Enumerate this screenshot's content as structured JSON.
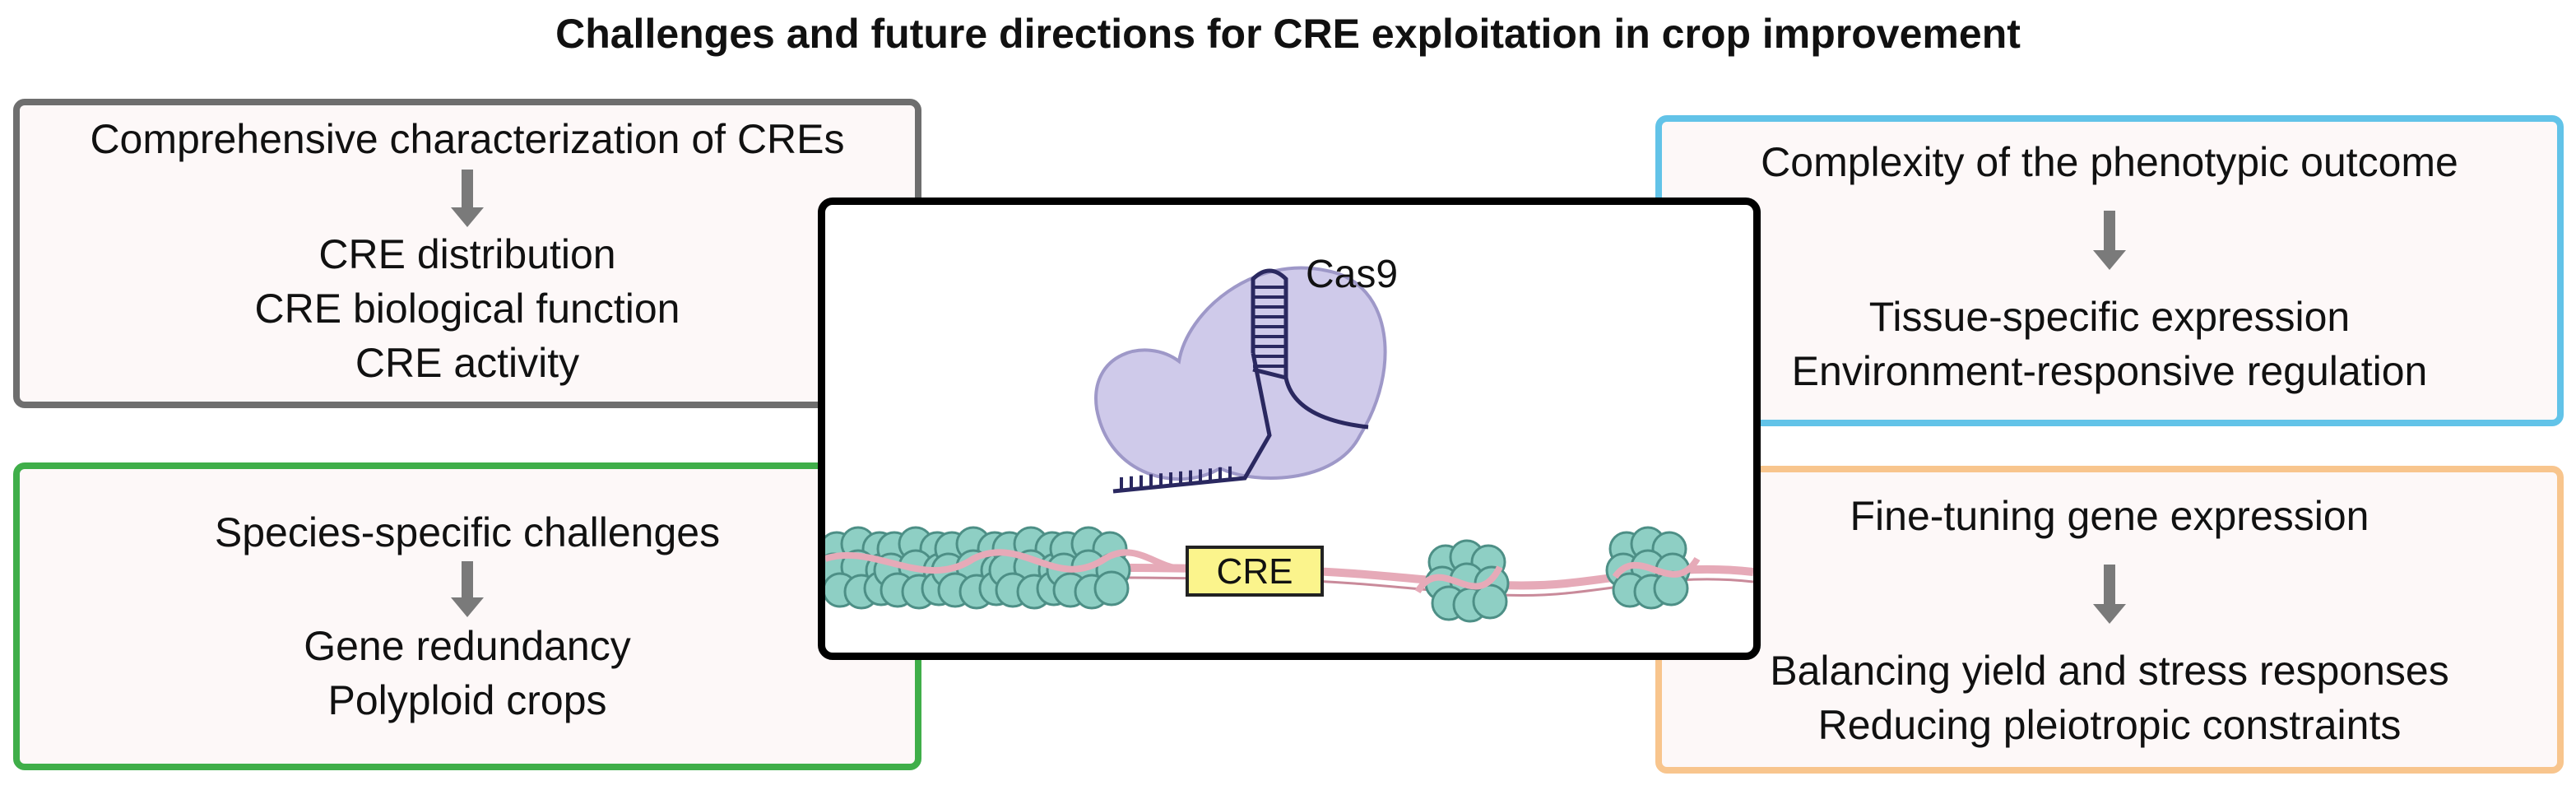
{
  "title": "Challenges and future directions for CRE exploitation in crop improvement",
  "panels": {
    "top_left": {
      "heading": "Comprehensive characterization of CREs",
      "items": [
        "CRE distribution",
        "CRE biological function",
        "CRE activity"
      ],
      "border_color": "#6e6e6e"
    },
    "bottom_left": {
      "heading": "Species-specific challenges",
      "items": [
        "Gene redundancy",
        "Polyploid crops"
      ],
      "border_color": "#3fae49"
    },
    "top_right": {
      "heading": "Complexity of the phenotypic outcome",
      "items": [
        "Tissue-specific expression",
        "Environment-responsive regulation"
      ],
      "border_color": "#62c3e8"
    },
    "bottom_right": {
      "heading": "Fine-tuning gene expression",
      "items": [
        "Balancing yield and stress responses",
        "Reducing pleiotropic constraints"
      ],
      "border_color": "#f8c58d"
    }
  },
  "illustration": {
    "protein_label": "Cas9",
    "element_label": "CRE",
    "colors": {
      "cas9_fill": "#cfcaea",
      "cas9_stroke": "#9e98c8",
      "guide_rna": "#2a2860",
      "nucleosome_fill": "#8ecfc4",
      "nucleosome_stroke": "#4d8f86",
      "dna": "#e6aab8",
      "cre_fill": "#fbf48c"
    }
  }
}
